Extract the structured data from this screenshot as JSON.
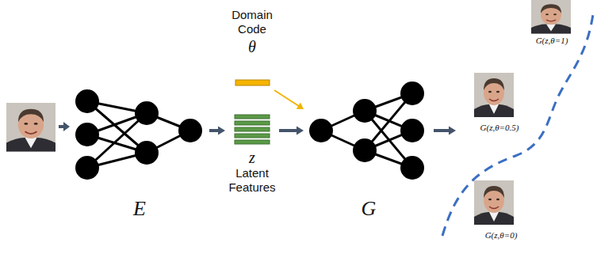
{
  "diagram": {
    "nodes": [
      {
        "text": [
          "E"
        ]
      },
      {
        "text": [
          "Domain Code",
          "θ"
        ]
      },
      {
        "text": [
          "z",
          "Latent Features"
        ]
      },
      {
        "text": [
          "G"
        ]
      },
      {
        "text": [
          "G(z,θ=1)"
        ]
      },
      {
        "text": [
          "G(z,θ=0.5)"
        ]
      },
      {
        "text": [
          "G(z,θ=0)"
        ]
      }
    ],
    "edges": [
      {
        "from": 0,
        "to": 2,
        "arrow": "to"
      },
      {
        "from": 2,
        "to": 3,
        "arrow": "to"
      },
      {
        "from": 1,
        "to": 3,
        "arrow": "to"
      },
      {
        "from": 3,
        "to": 5,
        "arrow": "to"
      }
    ]
  }
}
